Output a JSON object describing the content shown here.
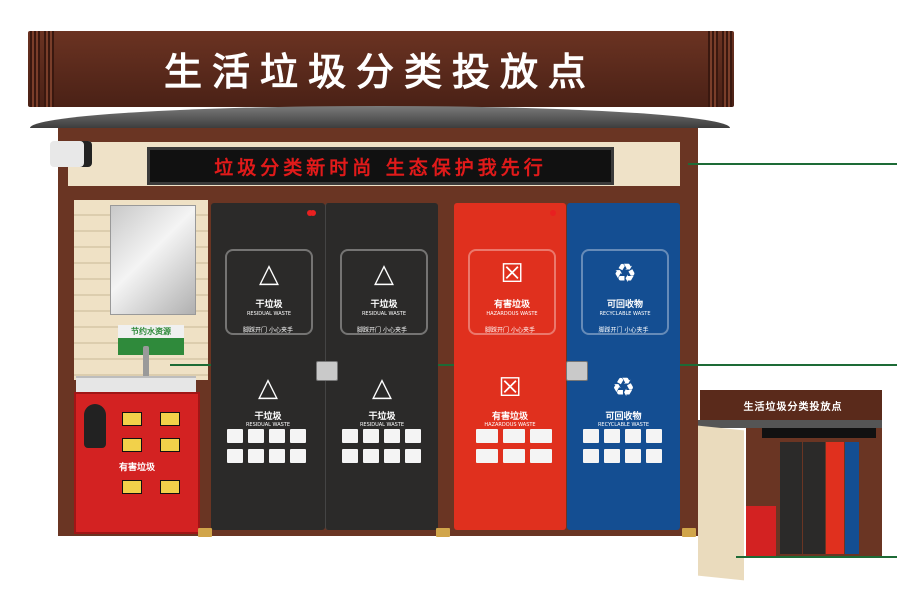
{
  "kiosk": {
    "title": "生活垃圾分类投放点",
    "led_text": "垃圾分类新时尚 生态保护我先行"
  },
  "sink": {
    "sign_title": "节约水资源"
  },
  "hazardous_cabinet": {
    "title": "有害垃圾"
  },
  "bins": [
    {
      "label": "干垃圾",
      "sub": "RESIDUAL WASTE",
      "tip": "脚踩开门 小心夹手",
      "color": "#2b2a29"
    },
    {
      "label": "干垃圾",
      "sub": "RESIDUAL WASTE",
      "tip": "脚踩开门 小心夹手",
      "color": "#2b2a29"
    },
    {
      "label": "有害垃圾",
      "sub": "HAZARDOUS WASTE",
      "tip": "脚踩开门 小心夹手",
      "color": "#e0301e"
    },
    {
      "label": "可回收物",
      "sub": "RECYCLABLE WASTE",
      "tip": "脚踩开门 小心夹手",
      "color": "#144e92"
    }
  ],
  "lower_bins": [
    {
      "label": "干垃圾",
      "sub": "RESIDUAL WASTE"
    },
    {
      "label": "干垃圾",
      "sub": "RESIDUAL WASTE"
    },
    {
      "label": "有害垃圾",
      "sub": "HAZARDOUS WASTE"
    },
    {
      "label": "可回收物",
      "sub": "RECYCLABLE WASTE"
    }
  ],
  "thumbnail": {
    "title": "生活垃圾分类投放点"
  },
  "colors": {
    "roof": "#5a2a1b",
    "led_text": "#e01a1a",
    "residual": "#2b2a29",
    "hazardous": "#e0301e",
    "recyclable": "#144e92",
    "pointer": "#1d6b36"
  },
  "icons": [
    "camera-icon",
    "residual-icon",
    "hazardous-icon",
    "recycle-icon"
  ]
}
